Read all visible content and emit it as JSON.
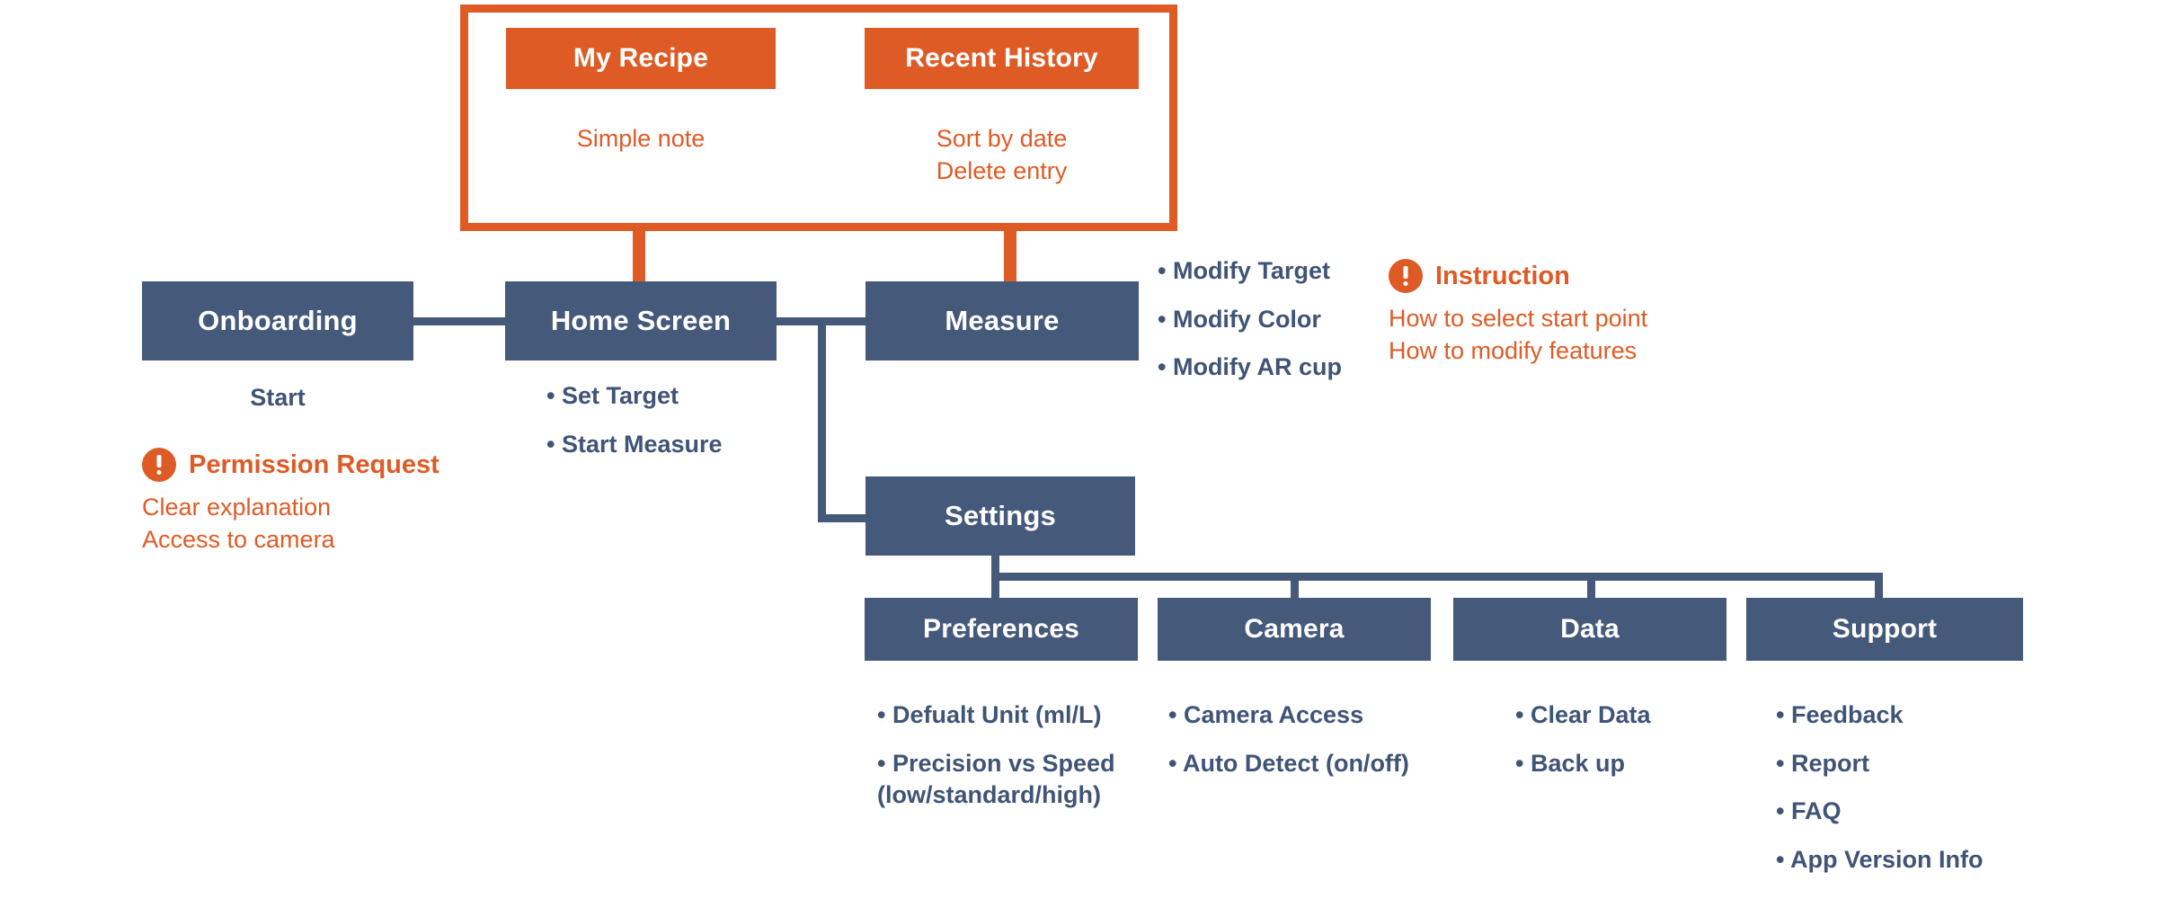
{
  "colors": {
    "navy": "#45597A",
    "navy_text": "#3F5476",
    "orange": "#DF5B26",
    "white": "#FFFFFF",
    "background": "#FFFFFF"
  },
  "diagram": {
    "type": "app-sitemap-flowchart",
    "group_box": {
      "name": "highlighted-feature-group",
      "border_color": "#DF5B26",
      "children": [
        "My Recipe",
        "Recent History"
      ]
    },
    "nodes": [
      {
        "id": "my-recipe",
        "label": "My Recipe",
        "style": "orange",
        "items": [
          "Simple note"
        ],
        "items_style": "orange-text"
      },
      {
        "id": "recent-history",
        "label": "Recent History",
        "style": "orange",
        "items": [
          "Sort by date",
          "Delete entry"
        ],
        "items_style": "orange-text"
      },
      {
        "id": "onboarding",
        "label": "Onboarding",
        "style": "navy",
        "items": [
          "Start"
        ],
        "items_style": "navy-text"
      },
      {
        "id": "home-screen",
        "label": "Home Screen",
        "style": "navy",
        "items": [
          "• Set Target",
          "• Start Measure"
        ],
        "items_style": "navy-text"
      },
      {
        "id": "measure",
        "label": "Measure",
        "style": "navy",
        "items": [
          "• Modify Target",
          "• Modify Color",
          "• Modify AR cup"
        ],
        "items_style": "navy-text"
      },
      {
        "id": "settings",
        "label": "Settings",
        "style": "navy",
        "items": [],
        "items_style": "navy-text"
      },
      {
        "id": "preferences",
        "label": "Preferences",
        "style": "navy",
        "items": [
          "• Defualt Unit (ml/L)",
          "• Precision vs Speed\n(low/standard/high)"
        ],
        "items_style": "navy-text"
      },
      {
        "id": "camera",
        "label": "Camera",
        "style": "navy",
        "items": [
          "• Camera Access",
          "• Auto Detect (on/off)"
        ],
        "items_style": "navy-text"
      },
      {
        "id": "data",
        "label": "Data",
        "style": "navy",
        "items": [
          "• Clear Data",
          "• Back up"
        ],
        "items_style": "navy-text"
      },
      {
        "id": "support",
        "label": "Support",
        "style": "navy",
        "items": [
          "• Feedback",
          "• Report",
          "• FAQ",
          "• App Version Info"
        ],
        "items_style": "navy-text"
      }
    ],
    "callouts": [
      {
        "id": "permission-request",
        "icon": "exclamation-circle-icon",
        "title": "Permission Request",
        "lines": [
          "Clear explanation",
          "Access to camera"
        ]
      },
      {
        "id": "instruction",
        "icon": "exclamation-circle-icon",
        "title": "Instruction",
        "lines": [
          "How to select start point",
          "How to modify features"
        ]
      }
    ],
    "edges": [
      {
        "from": "group-box",
        "to": "home-screen",
        "color": "#DF5B26"
      },
      {
        "from": "group-box",
        "to": "measure",
        "color": "#DF5B26"
      },
      {
        "from": "onboarding",
        "to": "home-screen",
        "color": "#45597A"
      },
      {
        "from": "home-screen",
        "to": "measure",
        "color": "#45597A"
      },
      {
        "from": "home-screen",
        "to": "settings",
        "color": "#45597A"
      },
      {
        "from": "settings",
        "to": "preferences",
        "color": "#45597A"
      },
      {
        "from": "settings",
        "to": "camera",
        "color": "#45597A"
      },
      {
        "from": "settings",
        "to": "data",
        "color": "#45597A"
      },
      {
        "from": "settings",
        "to": "support",
        "color": "#45597A"
      }
    ]
  }
}
